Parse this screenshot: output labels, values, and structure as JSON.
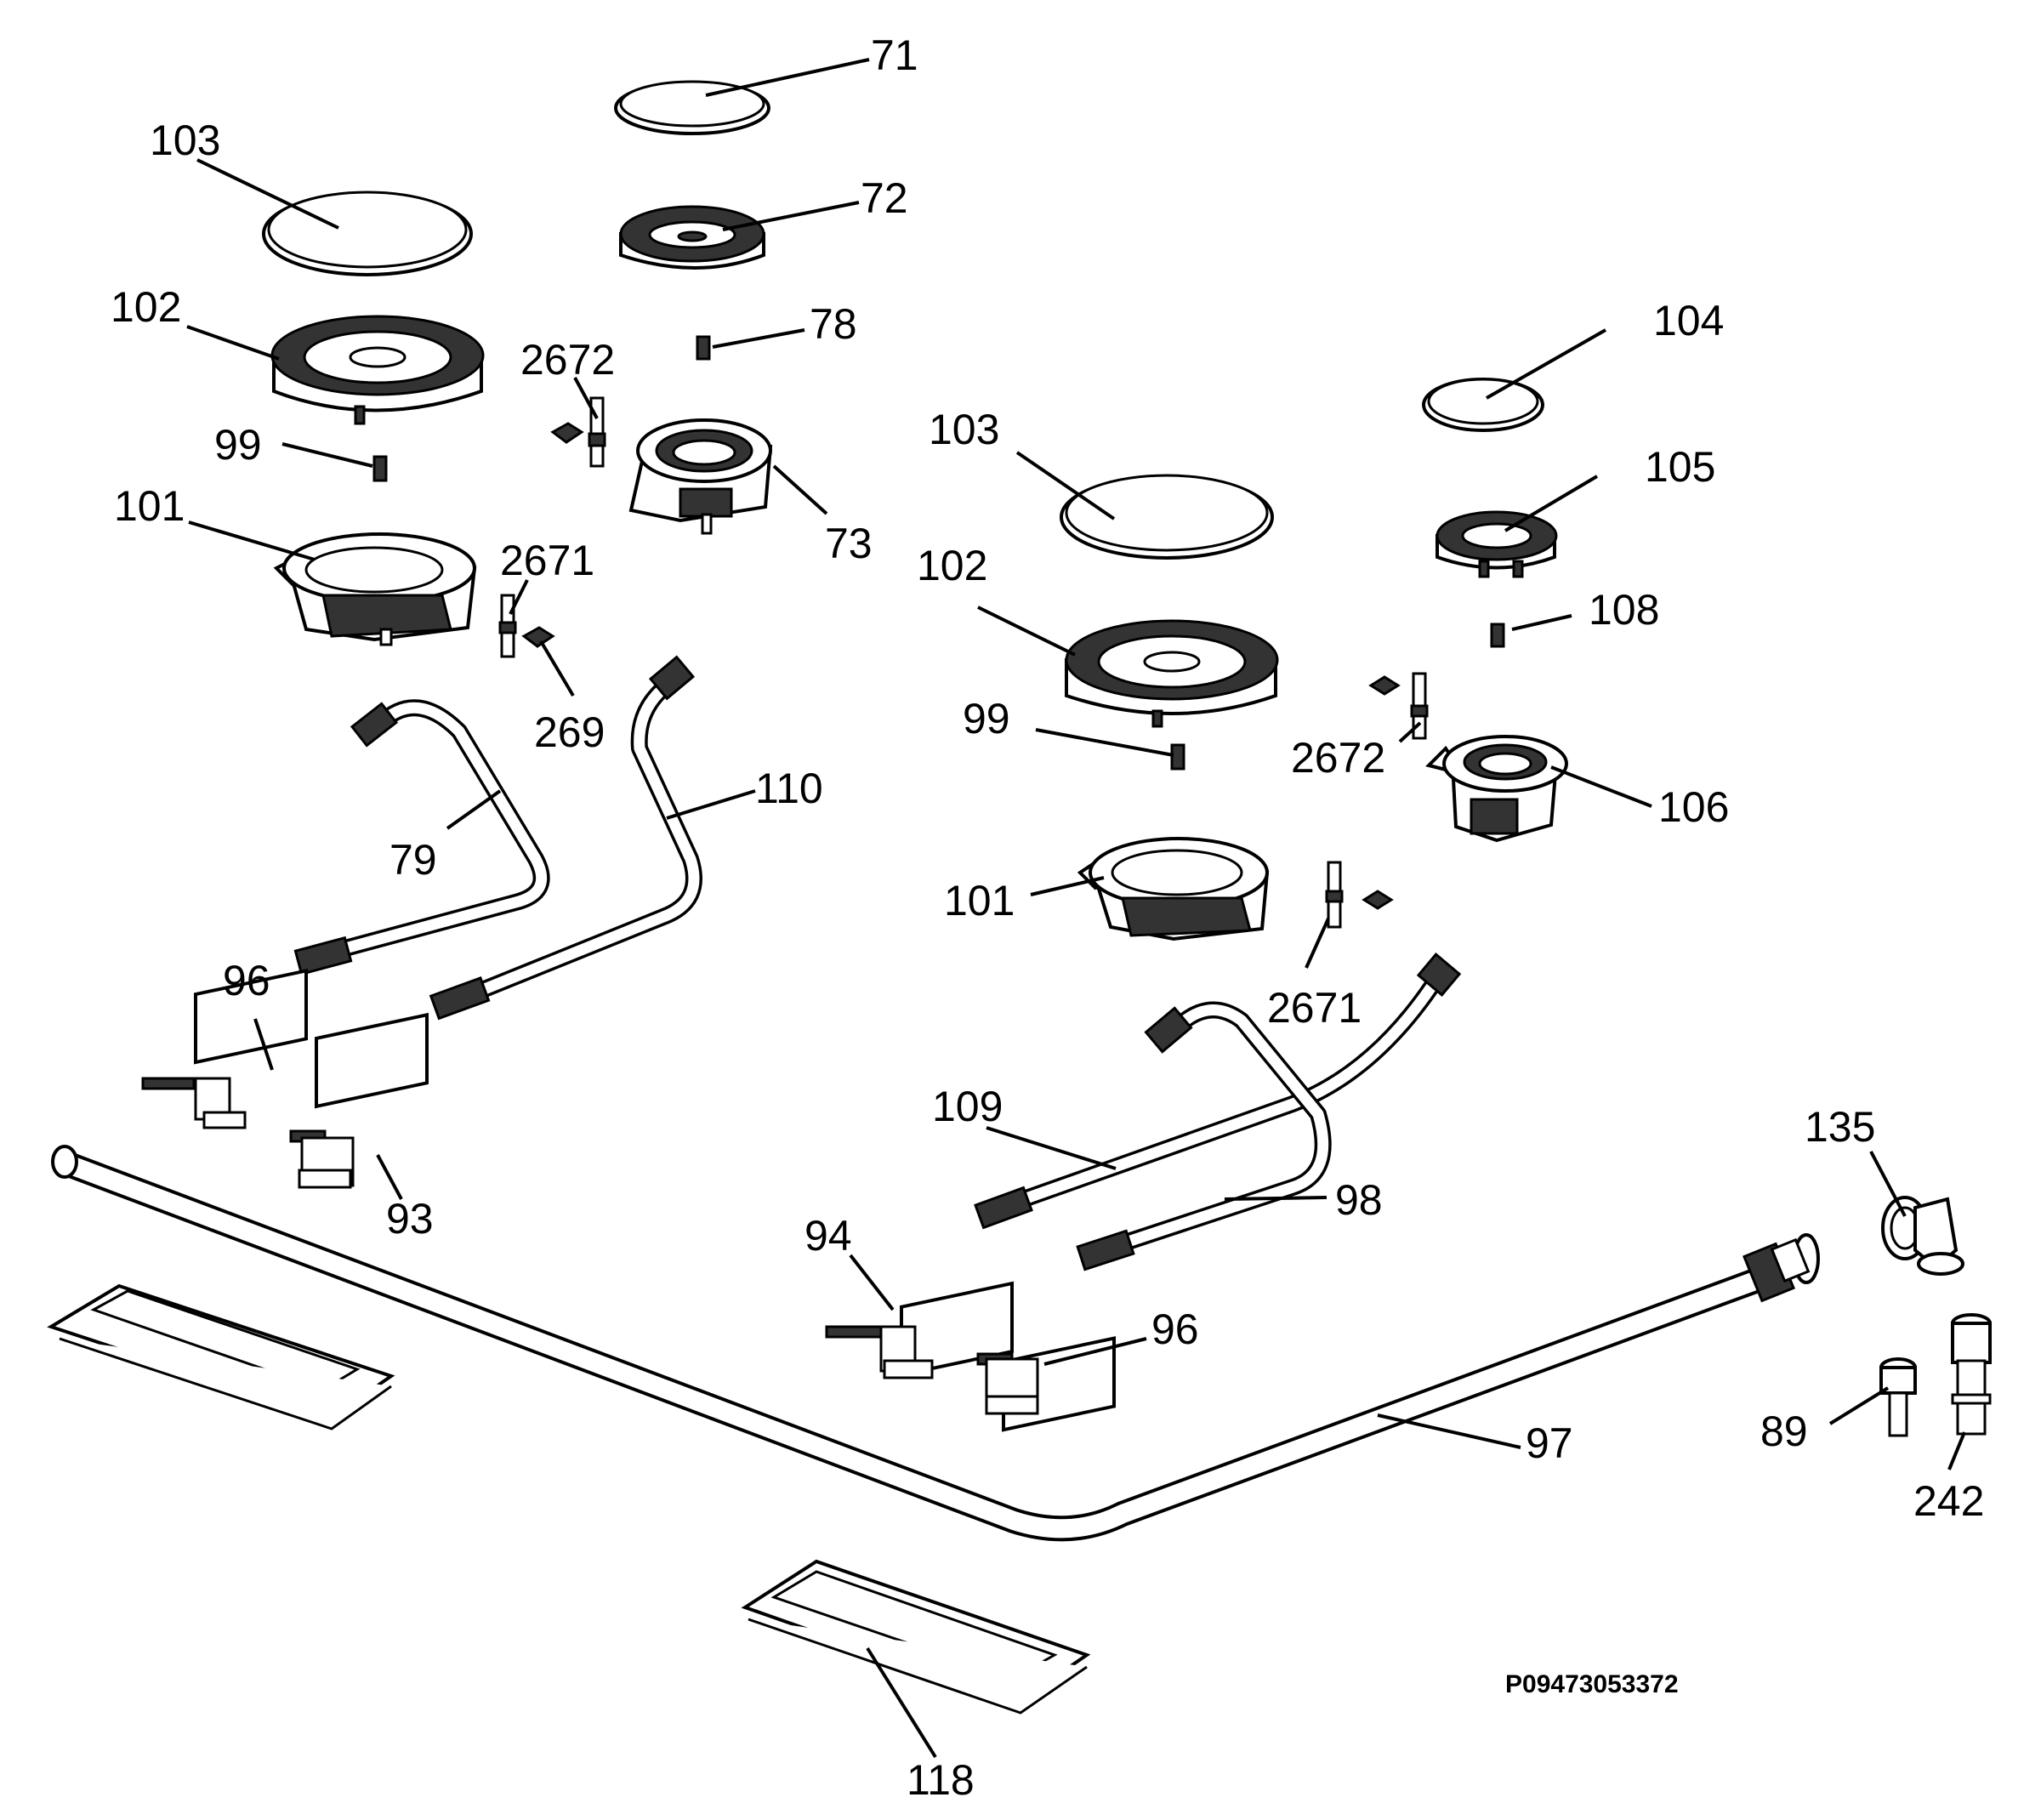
{
  "drawing_code": "P09473053372",
  "labels": {
    "l71": "71",
    "l72": "72",
    "l103a": "103",
    "l102a": "102",
    "l78": "78",
    "l2672a": "2672",
    "l99a": "99",
    "l73": "73",
    "l101a": "101",
    "l2671a": "2671",
    "l269": "269",
    "l110": "110",
    "l79": "79",
    "l96a": "96",
    "l93": "93",
    "l104": "104",
    "l103b": "103",
    "l105": "105",
    "l102b": "102",
    "l108": "108",
    "l99b": "99",
    "l2672b": "2672",
    "l106": "106",
    "l101b": "101",
    "l2671b": "2671",
    "l109": "109",
    "l98": "98",
    "l135": "135",
    "l94": "94",
    "l96b": "96",
    "l97": "97",
    "l89": "89",
    "l242": "242",
    "l118": "118"
  }
}
